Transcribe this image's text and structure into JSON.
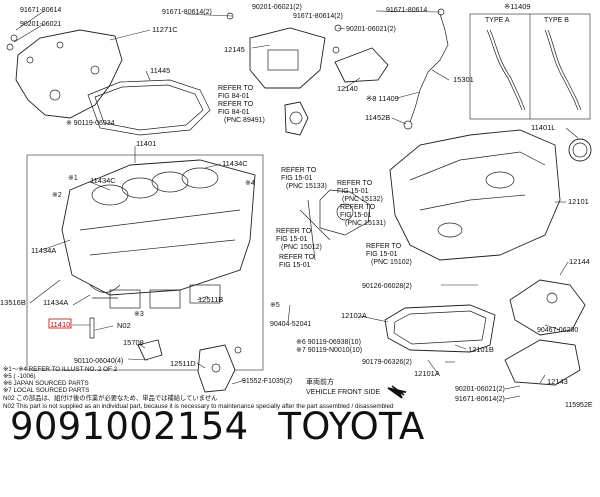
{
  "caption": {
    "part_number": "9091002154",
    "brand": "TOYOTA"
  },
  "diagram_code": "115952E",
  "type_boxes": {
    "a": "TYPE A",
    "b": "TYPE B"
  },
  "parts": {
    "p91671_left": "91671-80614",
    "p90201_left": "90201-06021",
    "p11271C": "11271C",
    "p91671_top": "91671-80614(2)",
    "p90201_top": "90201-06021(2)",
    "p91671_top2": "91671-80614(2)",
    "p91671_dip": "91671-80614",
    "p11409_box": "※11409",
    "p12145": "12145",
    "p90201_r": "90201-06021(2)",
    "p11445": "11445",
    "p12140": "12140",
    "p15301": "15301",
    "p11409": "※8 11409",
    "p11452B": "11452B",
    "p11401L": "11401L",
    "p90119_top": "※ 90119-06934",
    "p11401": "11401",
    "p11434C_top": "11434C",
    "p11434C_mid": "11434C",
    "p12101": "12101",
    "p11434A_l": "11434A",
    "p13516B": "13516B",
    "p11434A_b": "11434A",
    "p12511B": "12511B",
    "p11410": "11410",
    "pN02": "N02",
    "p90126": "90126-06028(2)",
    "p12144": "12144",
    "p90404": "90404-52041",
    "p12102A": "12102A",
    "p90467": "90467-06200",
    "p15708": "15708",
    "p90119_6": "※6 90119-06938(10)",
    "p90119_7": "※7 90119-N0010(10)",
    "p12101B": "12101B",
    "p90110": "90110-06040(4)",
    "p90179": "90179-06326(2)",
    "p12511D": "12511D",
    "p12101A": "12101A",
    "p12143": "12143",
    "p91552": "91552-F1035(2)",
    "p90201_b": "90201-06021(2)",
    "p91671_b": "91671-80614(2)",
    "ps1": "※1",
    "ps2": "※2",
    "ps3": "※3",
    "ps4": "※4",
    "ps5": "※5"
  },
  "refs": {
    "r84_1": "REFER TO",
    "r84_2": "FIG 84-01",
    "r84_3": "REFER TO",
    "r84_4": "FIG 84-01",
    "r84_5": "(PNC 89491)",
    "r15a_1": "REFER TO",
    "r15a_2": "FIG 15-01",
    "r15a_3": "(PNC 15133)",
    "r15b_1": "REFER TO",
    "r15b_2": "FIG 15-01",
    "r15b_3": "(PNC 15132)",
    "r15c_1": "REFER TO",
    "r15c_2": "FIG 15-01",
    "r15c_3": "(PNC 15131)",
    "r15d_1": "REFER TO",
    "r15d_2": "FIG 15-01",
    "r15d_3": "(PNC 15012)",
    "r15e_1": "REFER TO",
    "r15e_2": "FIG 15-01",
    "r15e_3": "(PNC 15102)",
    "r15f_1": "REFER TO",
    "r15f_2": "FIG 15-01"
  },
  "front_side": {
    "jp": "車両前方",
    "en": "VEHICLE FRONT SIDE"
  },
  "notes": {
    "n1": "※1〜※4  REFER TO ILLUST NO. 2 OF 2",
    "n2": "※5                         (   -1006)",
    "n3": "※6 JAPAN SOURCED PARTS",
    "n4": "※7 LOCAL SOURCED PARTS",
    "n5": "N02  この部品は、組付け後の作業が必要なため、単品では補給していません",
    "n6": "N02  This part is not supplied as an individual part, because it is necessary to maintenance specially after the part assembled / disassembled"
  }
}
